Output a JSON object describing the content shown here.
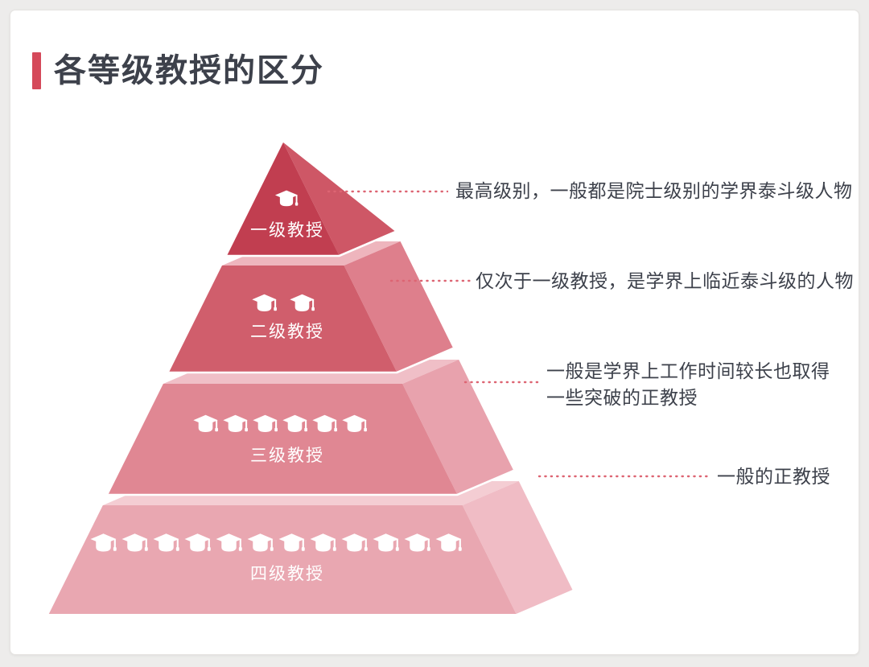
{
  "slide": {
    "title": "各等级教授的区分",
    "accent_color": "#d5495a",
    "text_color": "#3d414b",
    "background_color": "#edeceb",
    "card_color": "#ffffff"
  },
  "pyramid": {
    "label_color": "#ffffff",
    "connector_color": "#dd6573",
    "cap_icon": "graduation-cap-icon",
    "tiers": [
      {
        "label": "一级教授",
        "caps": 1,
        "front_color": "#c13e50",
        "side_color": "#ce5766",
        "top_color": "#eab4bc",
        "description": "最高级别，一般都是院士级别的学界泰斗级人物"
      },
      {
        "label": "二级教授",
        "caps": 2,
        "front_color": "#d05e6c",
        "side_color": "#de7f8c",
        "top_color": "#eeb5bd",
        "description": "仅次于一级教授，是学界上临近泰斗级的人物"
      },
      {
        "label": "三级教授",
        "caps": 6,
        "front_color": "#e08793",
        "side_color": "#e8a2ad",
        "top_color": "#f0bfc7",
        "description": "一般是学界上工作时间较长也取得一些突破的正教授"
      },
      {
        "label": "四级教授",
        "caps": 12,
        "front_color": "#e9a7b1",
        "side_color": "#f0bcc5",
        "top_color": "#f4cdd3",
        "description": "一般的正教授"
      }
    ]
  }
}
